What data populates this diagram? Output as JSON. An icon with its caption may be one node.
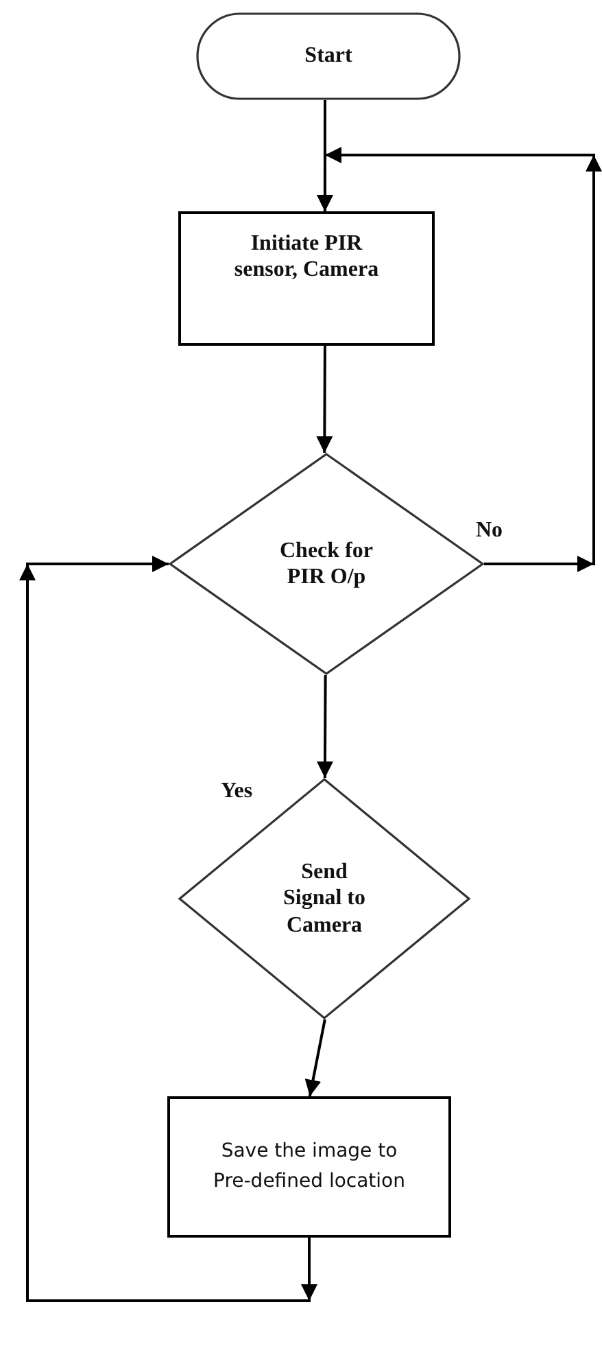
{
  "diagram": {
    "nodes": [
      {
        "text": [
          "Start"
        ]
      },
      {
        "text": [
          "Initiate PIR sensor, Camera"
        ]
      },
      {
        "text": [
          "Check for PIR O/p"
        ]
      },
      {
        "text": [
          "Send Signal to Camera"
        ]
      },
      {
        "text": [
          "Save the image to Pre-defined location"
        ]
      }
    ],
    "edges": [
      {
        "from": 0,
        "to": 1,
        "arrow": "to"
      },
      {
        "from": 1,
        "to": 2,
        "arrow": "to"
      },
      {
        "from": 2,
        "to": 1,
        "arrow": "to",
        "label": "No"
      },
      {
        "from": 2,
        "to": 3,
        "arrow": "to",
        "label": "Yes"
      },
      {
        "from": 3,
        "to": 4,
        "arrow": "to"
      },
      {
        "from": 4,
        "to": 2,
        "arrow": "to"
      }
    ]
  }
}
